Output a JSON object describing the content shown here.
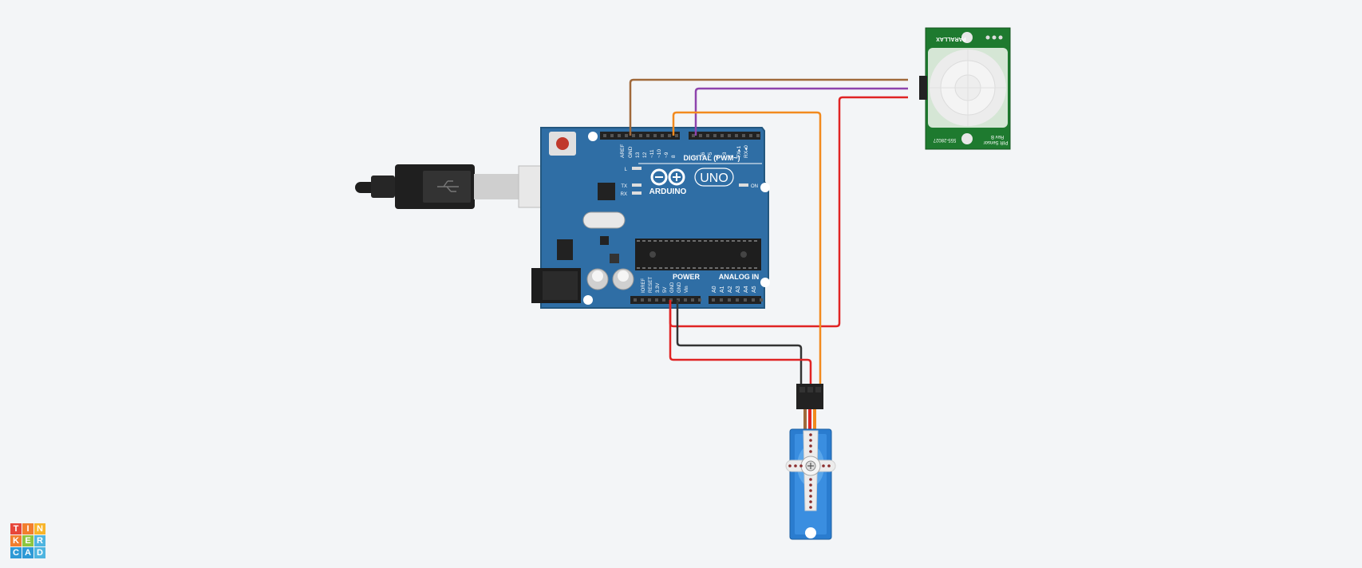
{
  "app": {
    "logo_letters": [
      "T",
      "I",
      "N",
      "K",
      "E",
      "R",
      "C",
      "A",
      "D"
    ],
    "logo_colors": [
      "#e7463a",
      "#f27e2e",
      "#f8b52b",
      "#f27e2e",
      "#8dc63f",
      "#4fb5e0",
      "#2e9ad6",
      "#2e9ad6",
      "#4fb5e0"
    ]
  },
  "arduino": {
    "brand": "ARDUINO",
    "model": "UNO",
    "digital_label": "DIGITAL (PWM~)",
    "power_label": "POWER",
    "analog_label": "ANALOG IN",
    "on_label": "ON",
    "l_label": "L",
    "tx_label": "TX",
    "rx_label": "RX",
    "digital_pins": [
      "AREF",
      "GND",
      "13",
      "12",
      "~11",
      "~10",
      "~9",
      "8",
      "7",
      "~6",
      "~5",
      "4",
      "~3",
      "2",
      "TX▸1",
      "RX◂0"
    ],
    "power_pins": [
      "IOREF",
      "RESET",
      "3.3V",
      "5V",
      "GND",
      "GND",
      "Vin"
    ],
    "analog_pins": [
      "A0",
      "A1",
      "A2",
      "A3",
      "A4",
      "A5"
    ]
  },
  "pir_sensor": {
    "brand": "PARALLAX",
    "name": "PIR Sensor",
    "rev": "Rev B",
    "part": "555-28027"
  },
  "wires": [
    {
      "name": "pir-gnd-wire",
      "color": "#a0693a"
    },
    {
      "name": "pir-out-wire",
      "color": "#8e44ad"
    },
    {
      "name": "pir-vcc-wire",
      "color": "#e02424"
    },
    {
      "name": "servo-signal-wire",
      "color": "#f28a1e"
    },
    {
      "name": "servo-gnd-wire",
      "color": "#333333"
    },
    {
      "name": "servo-5v-wire",
      "color": "#e02424"
    }
  ]
}
